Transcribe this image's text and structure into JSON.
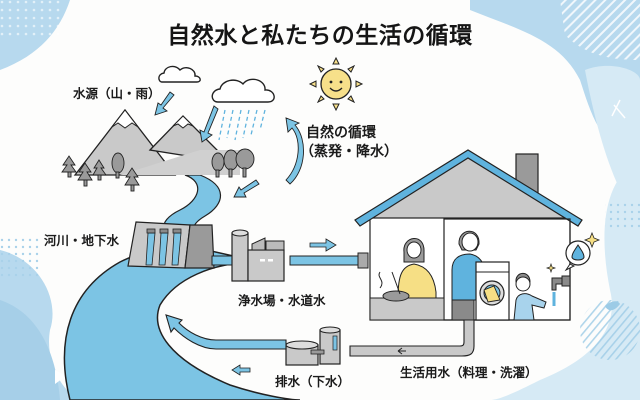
{
  "title": "自然水と私たちの生活の循環",
  "labels": {
    "water_source": "水源（山・雨）",
    "natural_cycle_line1": "自然の循環",
    "natural_cycle_line2": "（蒸発・降水）",
    "river_groundwater": "河川・地下水",
    "purification": "浄水場・水道水",
    "household_water": "生活用水（料理・洗濯）",
    "drainage": "排水（下水）"
  },
  "icons": [
    "cloud-icon",
    "rain-cloud-icon",
    "sun-icon",
    "mountain-icon",
    "tree-icon",
    "dam-icon",
    "water-treatment-plant-icon",
    "house-icon",
    "washing-machine-icon",
    "faucet-icon",
    "water-drop-icon",
    "sewage-tank-icon",
    "arrow-icon"
  ],
  "colors": {
    "water_blue": "#7cc4e4",
    "roof_blue": "#5fb3de",
    "background_blob": "#b7d9ee",
    "background_blob_light": "#d6eaf5",
    "gray_fill": "#c9c9c9",
    "dark_gray": "#8a8a8a",
    "sun_yellow": "#f7e08a",
    "person_yellow": "#f6df85",
    "outline": "#2a2a2a"
  }
}
